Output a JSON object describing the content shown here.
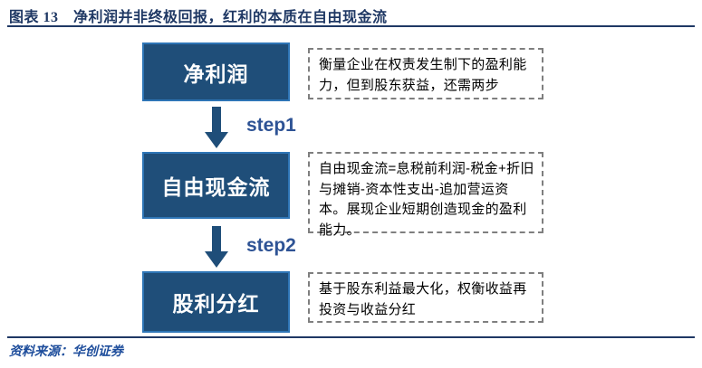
{
  "figure": {
    "title": "图表 13　净利润并非终极回报，红利的本质在自由现金流",
    "source": "资料来源：华创证券",
    "accent_color": "#1F3864",
    "box_fill_color": "#1F4E79",
    "box_border_color": "#2E75B6",
    "note_border_color": "#7F7F7F",
    "step_label_color": "#2E5395"
  },
  "flow": {
    "nodes": [
      {
        "id": "net-profit",
        "label": "净利润",
        "note": "衡量企业在权责发生制下的盈利能力，但到股东获益，还需两步"
      },
      {
        "id": "free-cash-flow",
        "label": "自由现金流",
        "note": "自由现金流=息税前利润-税金+折旧与摊销-资本性支出-追加营运资本。展现企业短期创造现金的盈利能力。"
      },
      {
        "id": "dividend",
        "label": "股利分红",
        "note": "基于股东利益最大化，权衡收益再投资与收益分红"
      }
    ],
    "steps": [
      {
        "id": "step1",
        "label": "step1",
        "icon": "arrow-down-icon"
      },
      {
        "id": "step2",
        "label": "step2",
        "icon": "arrow-down-icon"
      }
    ]
  }
}
